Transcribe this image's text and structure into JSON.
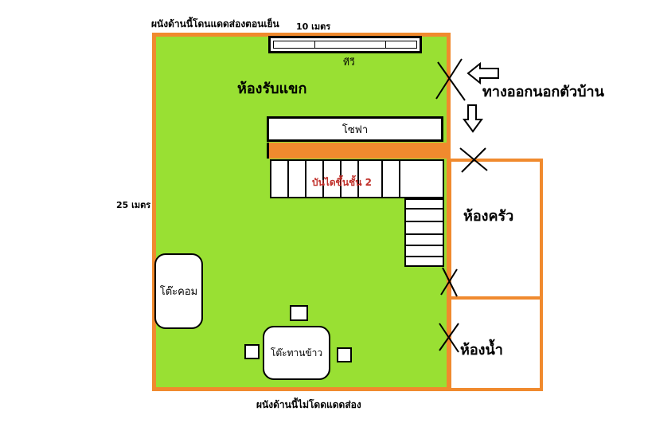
{
  "colors": {
    "floor": "#99e033",
    "wall": "#f08a2e",
    "line": "#000000",
    "stair_label": "#c0302a"
  },
  "labels": {
    "top_wall_note": "ผนังด้านนี้โดนแดดส่องตอนเย็น",
    "bottom_wall_note": "ผนังด้านนี้ไม่โดดแดดส่อง",
    "width_dimension": "10 เมตร",
    "length_dimension": "25 เมตร",
    "tv": "ทีวี",
    "living_room": "ห้องรับแขก",
    "exit": "ทางออกนอกตัวบ้าน",
    "sofa": "โซฟา",
    "stairs": "บันไดขึ้นชั้น 2",
    "kitchen": "ห้องครัว",
    "computer_desk": "โต๊ะคอม",
    "dining_table": "โต๊ะทานข้าว",
    "bathroom": "ห้องน้ำ"
  },
  "icons": {
    "door": "door-x-icon",
    "arrow_left": "arrow-left-icon",
    "arrow_down": "arrow-down-icon"
  }
}
